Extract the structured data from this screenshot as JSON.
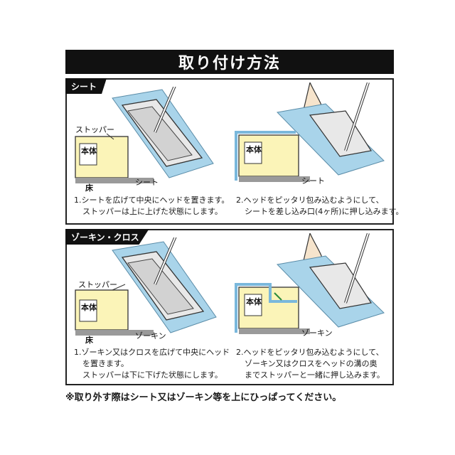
{
  "title": "取り付け方法",
  "sections": [
    {
      "tag": "シート",
      "labels": {
        "stopper": "ストッパー",
        "body": "本体",
        "floor": "床",
        "sheet": "シート"
      },
      "steps": [
        {
          "line1": "1.シートを広げて中央にヘッドを置きます。",
          "line2": "ストッパーは上に上げた状態にします。",
          "line3": ""
        },
        {
          "line1": "2.ヘッドをピッタリ包み込むようにして、",
          "line2": "シートを差し込み口(4ヶ所)に押し込みます。",
          "line3": ""
        }
      ]
    },
    {
      "tag": "ゾーキン・クロス",
      "labels": {
        "stopper": "ストッパー",
        "body": "本体",
        "floor": "床",
        "sheet": "ゾーキン"
      },
      "steps": [
        {
          "line1": "1.ゾーキン又はクロスを広げて中央にヘッド",
          "line2": "を置きます。",
          "line3": "ストッパーは下に下げた状態にします。"
        },
        {
          "line1": "2.ヘッドをピッタリ包み込むようにして、",
          "line2": "ゾーキン又はクロスをヘッドの溝の奥",
          "line3": "までストッパーと一緒に押し込みます。"
        }
      ]
    }
  ],
  "footnote": "※取り外す際はシート又はゾーキン等を上にひっぱってください。",
  "colors": {
    "cloth": "#a9d4ea",
    "body": "#fbf4b8",
    "head": "#e8e8e8",
    "floor": "#9a9a9a",
    "skin": "#f6e4cc"
  }
}
